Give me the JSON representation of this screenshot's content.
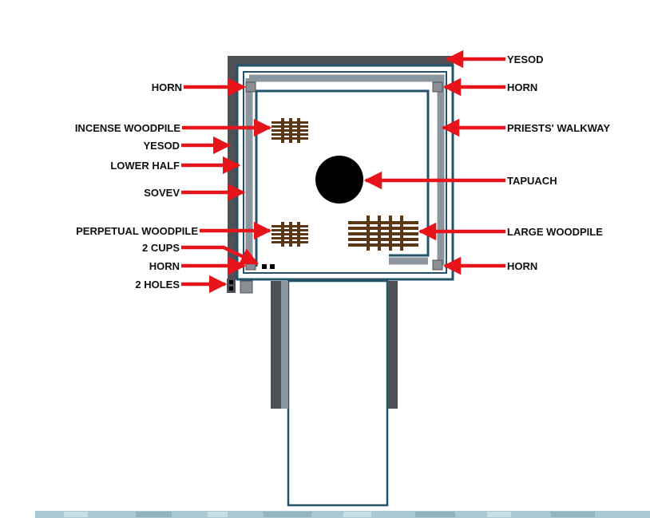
{
  "colors": {
    "background": "#ffffff",
    "arrow": "#e8141c",
    "outline_blue": "#23526b",
    "walkway_gray": "#8c969e",
    "dark_gray": "#4d5055",
    "horn_gray": "#8a8f96",
    "wood_brown": "#5b3716",
    "tapuach": "#000000",
    "label_text": "#111111",
    "ground_strip": "#a9c8d2"
  },
  "labels": {
    "yesod_top": "YESOD",
    "horn_top_right": "HORN",
    "horn_top_left": "HORN",
    "priests_walkway": "PRIESTS' WALKWAY",
    "incense_woodpile": "INCENSE WOODPILE",
    "yesod_left": "YESOD",
    "lower_half": "LOWER HALF",
    "tapuach": "TAPUACH",
    "sovev": "SOVEV",
    "perpetual_woodpile": "PERPETUAL WOODPILE",
    "large_woodpile": "LARGE WOODPILE",
    "two_cups": "2 CUPS",
    "horn_bottom_left": "HORN",
    "horn_bottom_right": "HORN",
    "two_holes": "2 HOLES"
  },
  "icons": {
    "arrow": "red-arrow-icon",
    "woodpile": "woodpile-icon",
    "horn": "horn-square-icon"
  }
}
